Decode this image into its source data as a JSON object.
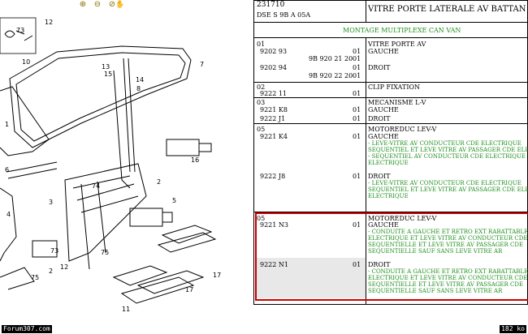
{
  "toolbar": {
    "zoom_in_icon": "zoom-in-icon",
    "zoom_out_icon": "zoom-out-icon",
    "zoom_fit_icon": "zoom-fit-icon"
  },
  "diagram": {
    "callouts": [
      "1",
      "2",
      "3",
      "4",
      "5",
      "6",
      "7",
      "8",
      "10",
      "11",
      "12",
      "13",
      "14",
      "15",
      "16",
      "17",
      "73",
      "74",
      "75"
    ]
  },
  "panel": {
    "header_code": "231710",
    "header_sub": "DSE S 9B A 05A",
    "header_title": "VITRE PORTE LATERALE AV BATTAN",
    "section_title": "MONTAGE MULTIPLEXE CAN VAN",
    "rows": [
      {
        "num": "01",
        "lines": [
          {
            "ref": "9202 93",
            "qty": "01",
            "desc": "VITRE PORTE AV"
          },
          {
            "ref": "",
            "qty": "",
            "desc": "GAUCHE"
          },
          {
            "ref": "9B 920 21 20",
            "qty": "01",
            "desc": ""
          },
          {
            "ref": "9202 94",
            "qty": "01",
            "desc": "DROIT"
          },
          {
            "ref": "9B 920 22 20",
            "qty": "01",
            "desc": ""
          }
        ]
      },
      {
        "num": "02",
        "lines": [
          {
            "ref": "",
            "qty": "",
            "desc": "CLIP FIXATION"
          },
          {
            "ref": "9222 11",
            "qty": "01",
            "desc": ""
          }
        ]
      },
      {
        "num": "03",
        "lines": [
          {
            "ref": "",
            "qty": "",
            "desc": "MECANISME L-V"
          },
          {
            "ref": "9221 K8",
            "qty": "01",
            "desc": "GAUCHE"
          },
          {
            "ref": "9222 J1",
            "qty": "01",
            "desc": "DROIT"
          }
        ]
      },
      {
        "num": "05",
        "lines": [
          {
            "ref": "",
            "qty": "",
            "desc": "MOTOREDUC LEV-V"
          },
          {
            "ref": "9221 K4",
            "qty": "01",
            "desc": "GAUCHE"
          }
        ],
        "notes": [
          "- LEVE-VITRE AV CONDUCTEUR CDE ELECTRIQUE",
          "SEQUENTIEL ET LEVE VITRE AV PASSAGER CDE ELECTR",
          "- SEQUENTIEL AV CONDUCTEUR CDE ELECTRIQUE",
          "ELECTRIQUE"
        ]
      },
      {
        "num": "",
        "lines": [
          {
            "ref": "9222 J8",
            "qty": "01",
            "desc": "DROIT"
          }
        ],
        "notes": [
          "- LEVE-VITRE AV CONDUCTEUR CDE ELECTRIQUE",
          "SEQUENTIEL ET LEVE VITRE AV PASSAGER CDE ELECTR",
          "ELECTRIQUE"
        ]
      },
      {
        "num": "05",
        "lines": [
          {
            "ref": "",
            "qty": "",
            "desc": "MOTOREDUC LEV-V"
          },
          {
            "ref": "9221 N3",
            "qty": "01",
            "desc": "GAUCHE"
          }
        ],
        "notes": [
          "- CONDUITE A GAUCHE ET RETRO EXT RABATTABLE",
          "ELECTRIQUE ET LEVE VITRE AV CONDUCTEUR CDE",
          "SEQUENTIELLE ET LEVE VITRE AV PASSAGER CDE",
          "SEQUENTIELLE SAUF SANS LEVE VITRE AR"
        ]
      },
      {
        "num": "",
        "lines": [
          {
            "ref": "9222 N1",
            "qty": "01",
            "desc": "DROIT"
          }
        ],
        "notes": [
          "- CONDUITE A GAUCHE ET RETRO EXT RABATTABLE",
          "ELECTRIQUE ET LEVE VITRE AV CONDUCTEUR CDE",
          "SEQUENTIELLE ET LEVE VITRE AV PASSAGER CDE",
          "SEQUENTIELLE SAUF SANS LEVE VITRE AR"
        ]
      }
    ]
  },
  "status": {
    "left": "Forum307.com",
    "right": "182 ko"
  },
  "colors": {
    "highlight_border": "#cc0000",
    "note_green": "#1f8f1f",
    "toolbar_icon": "#8a6d00"
  }
}
